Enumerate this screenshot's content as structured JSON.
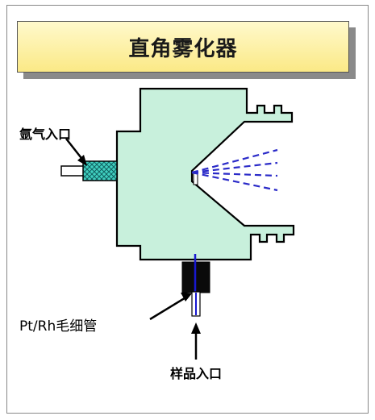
{
  "title": "直角雾化器",
  "labels": {
    "argon_inlet": "氩气入口",
    "capillary": "Pt/Rh毛细管",
    "sample_inlet": "样品入口"
  },
  "colors": {
    "body_fill": "#c8f0dc",
    "connector_fill": "#40d0c0",
    "spray": "#2a2ac8",
    "title_bg": "#fbe986"
  }
}
